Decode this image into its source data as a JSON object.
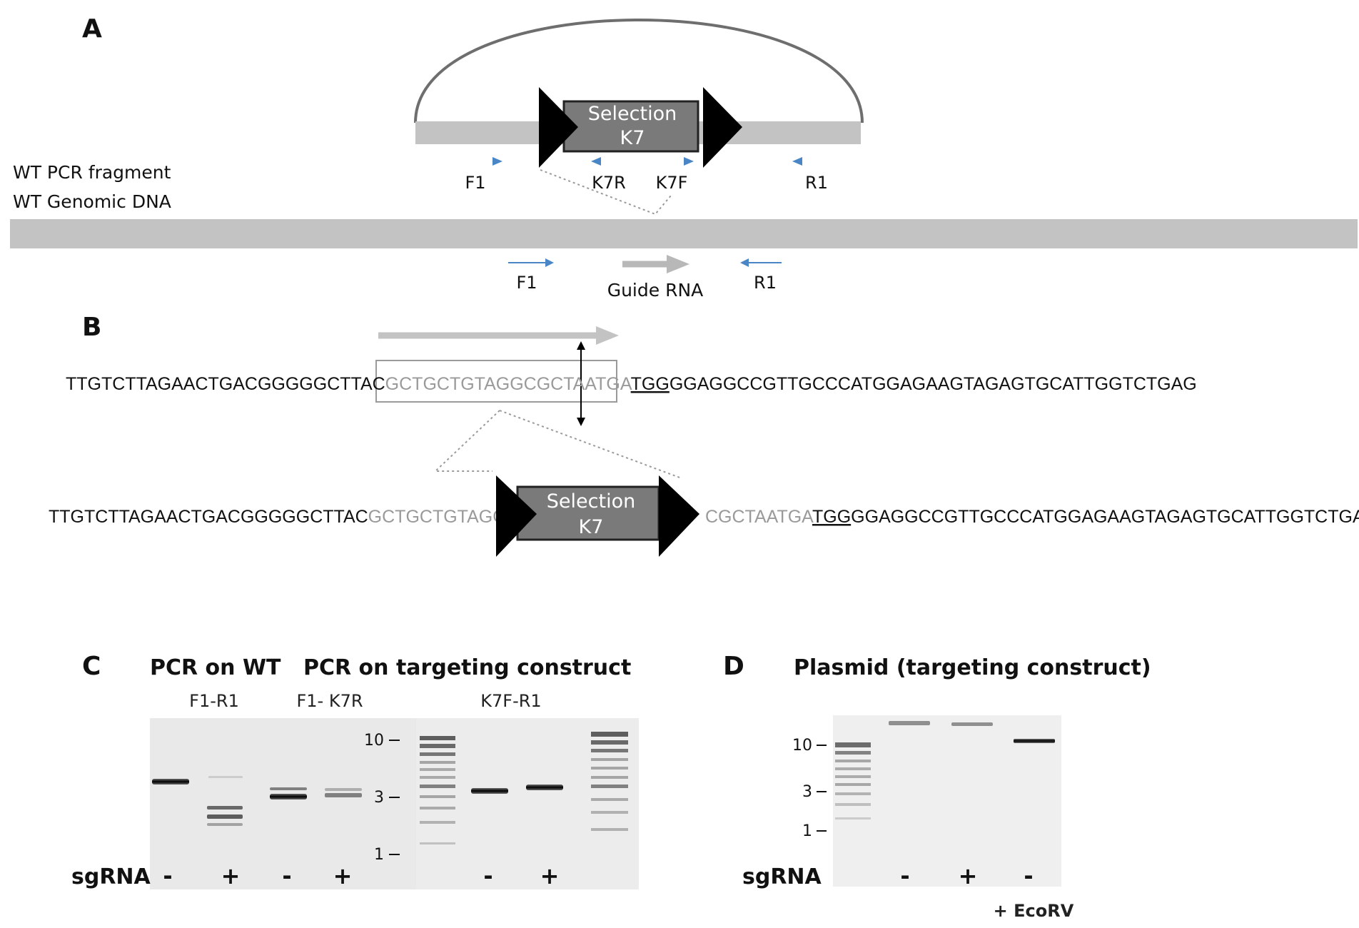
{
  "panels": {
    "a": "A",
    "b": "B",
    "c": "C",
    "d": "D"
  },
  "panel_a": {
    "wt_pcr_fragment": "WT PCR fragment",
    "wt_genomic_dna": "WT Genomic DNA",
    "selection_line1": "Selection",
    "selection_line2": "K7",
    "primers_top": [
      "F1",
      "K7R",
      "K7F",
      "R1"
    ],
    "primers_bottom": [
      "F1",
      "R1"
    ],
    "guide_rna": "Guide RNA"
  },
  "panel_b": {
    "wt_seq_left": "TTGTCTTAGAACTGACGGGGGCTTAC",
    "wt_seq_guide": "GCTGCTGTAGGCGCTAATGA",
    "wt_seq_pam": "TGG",
    "wt_seq_right": "GGAGGCCGTTGCCCATGGAGAAGTAGAGTGCATTGGTCTGAG",
    "ko_seq_left": "TTGTCTTAGAACTGACGGGGGCTTAC",
    "ko_seq_guide_left": "GCTGCTGTAGG",
    "ko_seq_guide_right": "CGCTAATGA",
    "ko_seq_pam": "TGG",
    "ko_seq_right": "GGAGGCCGTTGCCCATGGAGAAGTAGAGTGCATTGGTCTGAG",
    "selection_line1": "Selection",
    "selection_line2": "K7"
  },
  "panel_c": {
    "title_wt": "PCR on WT",
    "title_construct": "PCR on targeting construct",
    "sub_f1r1": "F1-R1",
    "sub_f1k7r": "F1- K7R",
    "sub_k7fr1": "K7F-R1",
    "markers": [
      "10",
      "3",
      "1"
    ],
    "sgrna_label": "sgRNA",
    "lane_signs": [
      "-",
      "+",
      "-",
      "+",
      "-",
      "+"
    ]
  },
  "panel_d": {
    "title": "Plasmid (targeting construct)",
    "markers": [
      "10",
      "3",
      "1"
    ],
    "sgrna_label": "sgRNA",
    "lane_signs": [
      "-",
      "+",
      "-"
    ],
    "ecorv": "+ EcoRV"
  },
  "colors": {
    "dna_bar": "#c3c3c3",
    "arc": "#6e6e6e",
    "selection_box": "#7a7a7a",
    "primer_arrow": "#4a86c5",
    "guide_arrow": "#b8b8b8",
    "guide_text": "#9a9a9a",
    "gel_bg": "#ebebeb"
  }
}
